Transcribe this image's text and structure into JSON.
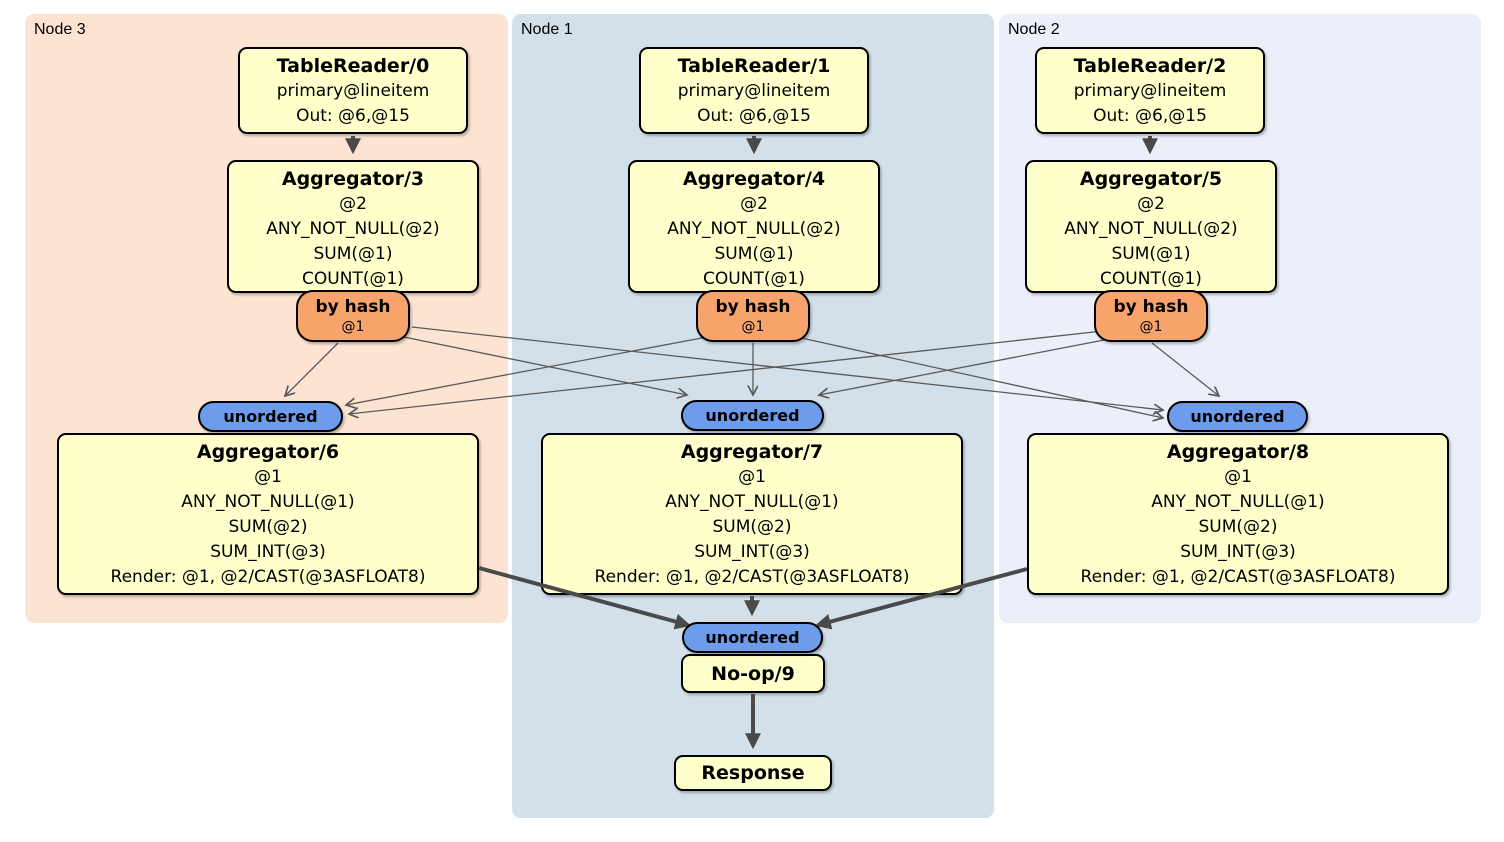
{
  "groups": [
    {
      "label": "Node 3",
      "table_reader": {
        "title": "TableReader/0",
        "lines": [
          "primary@lineitem",
          "Out: @6,@15"
        ]
      },
      "aggregator_top": {
        "title": "Aggregator/3",
        "lines": [
          "@2",
          "ANY_NOT_NULL(@2)",
          "SUM(@1)",
          "COUNT(@1)"
        ]
      },
      "router": {
        "title": "by hash",
        "subtitle": "@1"
      },
      "sync_label": "unordered",
      "aggregator_bottom": {
        "title": "Aggregator/6",
        "lines": [
          "@1",
          "ANY_NOT_NULL(@1)",
          "SUM(@2)",
          "SUM_INT(@3)",
          "Render: @1, @2/CAST(@3ASFLOAT8)"
        ]
      }
    },
    {
      "label": "Node 1",
      "table_reader": {
        "title": "TableReader/1",
        "lines": [
          "primary@lineitem",
          "Out: @6,@15"
        ]
      },
      "aggregator_top": {
        "title": "Aggregator/4",
        "lines": [
          "@2",
          "ANY_NOT_NULL(@2)",
          "SUM(@1)",
          "COUNT(@1)"
        ]
      },
      "router": {
        "title": "by hash",
        "subtitle": "@1"
      },
      "sync_label": "unordered",
      "aggregator_bottom": {
        "title": "Aggregator/7",
        "lines": [
          "@1",
          "ANY_NOT_NULL(@1)",
          "SUM(@2)",
          "SUM_INT(@3)",
          "Render: @1, @2/CAST(@3ASFLOAT8)"
        ]
      }
    },
    {
      "label": "Node 2",
      "table_reader": {
        "title": "TableReader/2",
        "lines": [
          "primary@lineitem",
          "Out: @6,@15"
        ]
      },
      "aggregator_top": {
        "title": "Aggregator/5",
        "lines": [
          "@2",
          "ANY_NOT_NULL(@2)",
          "SUM(@1)",
          "COUNT(@1)"
        ]
      },
      "router": {
        "title": "by hash",
        "subtitle": "@1"
      },
      "sync_label": "unordered",
      "aggregator_bottom": {
        "title": "Aggregator/8",
        "lines": [
          "@1",
          "ANY_NOT_NULL(@1)",
          "SUM(@2)",
          "SUM_INT(@3)",
          "Render: @1, @2/CAST(@3ASFLOAT8)"
        ]
      }
    }
  ],
  "final": {
    "sync_label": "unordered",
    "noop_title": "No-op/9",
    "response_title": "Response"
  },
  "edges": [
    {
      "from": "TableReader/0",
      "to": "Aggregator/3"
    },
    {
      "from": "TableReader/1",
      "to": "Aggregator/4"
    },
    {
      "from": "TableReader/2",
      "to": "Aggregator/5"
    },
    {
      "from": "by hash (Aggregator/3)",
      "to": "unordered (Aggregator/6)"
    },
    {
      "from": "by hash (Aggregator/3)",
      "to": "unordered (Aggregator/7)"
    },
    {
      "from": "by hash (Aggregator/3)",
      "to": "unordered (Aggregator/8)"
    },
    {
      "from": "by hash (Aggregator/4)",
      "to": "unordered (Aggregator/6)"
    },
    {
      "from": "by hash (Aggregator/4)",
      "to": "unordered (Aggregator/7)"
    },
    {
      "from": "by hash (Aggregator/4)",
      "to": "unordered (Aggregator/8)"
    },
    {
      "from": "by hash (Aggregator/5)",
      "to": "unordered (Aggregator/6)"
    },
    {
      "from": "by hash (Aggregator/5)",
      "to": "unordered (Aggregator/7)"
    },
    {
      "from": "by hash (Aggregator/5)",
      "to": "unordered (Aggregator/8)"
    },
    {
      "from": "Aggregator/6",
      "to": "unordered (No-op/9)"
    },
    {
      "from": "Aggregator/7",
      "to": "unordered (No-op/9)"
    },
    {
      "from": "Aggregator/8",
      "to": "unordered (No-op/9)"
    },
    {
      "from": "No-op/9",
      "to": "Response"
    }
  ],
  "colors": {
    "processor_fill": "#ffffcc",
    "router_fill": "#f7a36c",
    "sync_fill": "#6d9cec",
    "region_node3": "#fde3d1",
    "region_node1": "#d3e0ea",
    "region_node2": "#ebeff9",
    "edge_thick": "#4a4a4a",
    "edge_thin": "#5a5a5a"
  }
}
